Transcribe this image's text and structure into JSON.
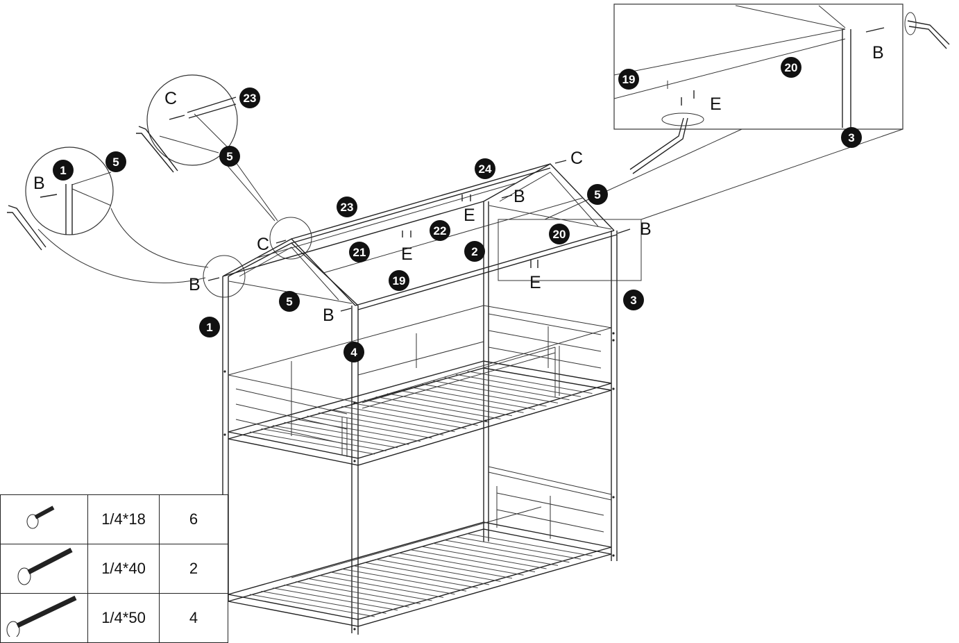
{
  "callouts": {
    "p1": "1",
    "p2": "2",
    "p3": "3",
    "p4": "4",
    "p5": "5",
    "p19": "19",
    "p20": "20",
    "p21": "21",
    "p22": "22",
    "p23": "23",
    "p24": "24"
  },
  "letters": {
    "b": "B",
    "c": "C",
    "e": "E"
  },
  "hardware": [
    {
      "icon": "bolt-short-icon",
      "size": "1/4*18",
      "qty": "6"
    },
    {
      "icon": "bolt-medium-icon",
      "size": "1/4*40",
      "qty": "2"
    },
    {
      "icon": "bolt-long-icon",
      "size": "1/4*50",
      "qty": "4"
    }
  ],
  "colors": {
    "ink": "#111111",
    "badge": "#111111",
    "paper": "#ffffff"
  }
}
